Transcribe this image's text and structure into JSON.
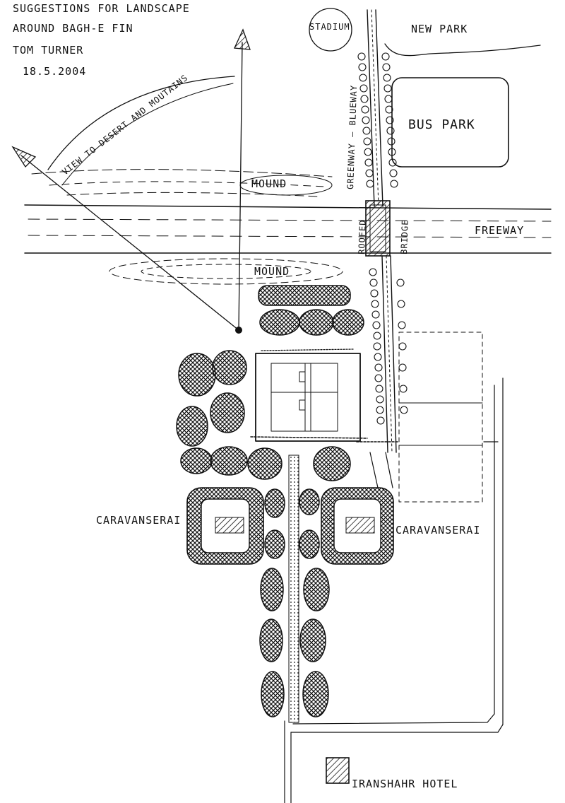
{
  "title_block": {
    "line1": "SUGGESTIONS FOR LANDSCAPE",
    "line2": "AROUND BAGH-E FIN",
    "line3": "TOM TURNER",
    "line4": "18.5.2004"
  },
  "labels": {
    "view": "VIEW TO DESERT AND MOUTAINS",
    "stadium": "STADIUM",
    "new_park": "NEW PARK",
    "bus_park": "BUS PARK",
    "greenway": "GREENWAY – BLUEWAY",
    "mound_north": "MOUND",
    "mound_south": "MOUND",
    "roofed": "ROOFED",
    "bridge": "BRIDGE",
    "freeway": "FREEWAY",
    "caravanserai_west": "CARAVANSERAI",
    "caravanserai_east": "CARAVANSERAI",
    "hotel": "IRANSHAHR HOTEL"
  },
  "colors": {
    "ink": "#111111",
    "paper": "#ffffff"
  }
}
